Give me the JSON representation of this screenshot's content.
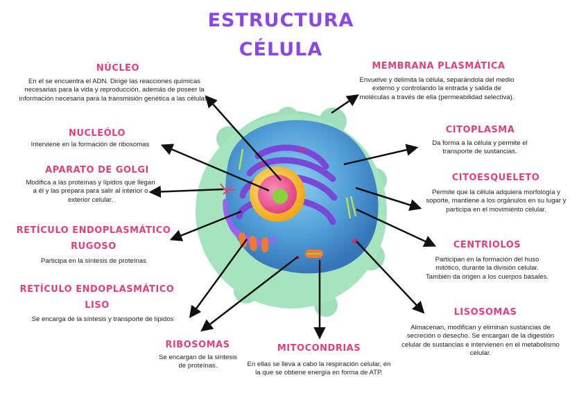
{
  "title": {
    "line1": "ESTRUCTURA",
    "line2": "CÉLULA"
  },
  "parts": {
    "nucleo": {
      "label": "NÚCLEO",
      "desc": "En el se encuentra el ADN. Dirige las reacciones químicas necesarias para la vida y reproducción, además de poseer la información necesaria para la transmisión genética a las células."
    },
    "nucleolo": {
      "label": "NUCLEÓLO",
      "desc": "Interviene en la formación de ribosomas"
    },
    "golgi": {
      "label": "APARATO DE GOLGI",
      "desc": "Modifica a las proteínas y lípidos que llegan a él y las prepara para salir al interior o exterior celular."
    },
    "rer": {
      "label_line1": "RETÍCULO ENDOPLASMÁTICO",
      "label_line2": "RUGOSO",
      "desc": "Participa en la síntesis de proteínas"
    },
    "rel": {
      "label_line1": "RETÍCULO ENDOPLASMÁTICO",
      "label_line2": "LISO",
      "desc": "Se encarga de la síntesis y transporte de lípidos"
    },
    "ribosomas": {
      "label": "RIBOSOMAS",
      "desc": "Se encargan de la síntesis de proteínas."
    },
    "mitocondrias": {
      "label": "MITOCONDRIAS",
      "desc": "En ellas se lleva a cabo la respiración celular, en la que se obtiene energía en forma de ATP."
    },
    "membrana": {
      "label": "MEMBRANA PLASMÁTICA",
      "desc": "Envuelve y delimita la célula, separándola del medio externo y controlando la entrada y salida de moléculas a través de ella (permeabilidad selectiva)."
    },
    "citoplasma": {
      "label": "CITOPLASMA",
      "desc": "Da forma a la célula y permite el transporte de sustancias."
    },
    "citoesqueleto": {
      "label": "CITOESQUELETO",
      "desc": "Permite que la célula adquiera morfología y soporte, mantiene a los orgánulos en su lugar y participa en el movimiento celular."
    },
    "centriolos": {
      "label": "CENTRIOLOS",
      "desc": "Participan en la formación del huso mitótico, durante la división celular. También da origen a los cuerpos basales."
    },
    "lisosomas": {
      "label": "LISOSOMAS",
      "desc": "Almacenan, modifican y eliminan sustancias de secreción o desecho. Se encargan de la digestión celular de sustancias e intervienen en el metabolismo celular."
    }
  },
  "colors": {
    "title": "#8a48e0",
    "label": "#e0407a",
    "text": "#1c1c1c",
    "arrow": "#111111",
    "membrane": "#a9e8c4",
    "cytoplasm": "#3f8fd0",
    "nucleus": "#f7c531",
    "nucleolus": "#8ad13e",
    "er": "#7a48d8"
  }
}
